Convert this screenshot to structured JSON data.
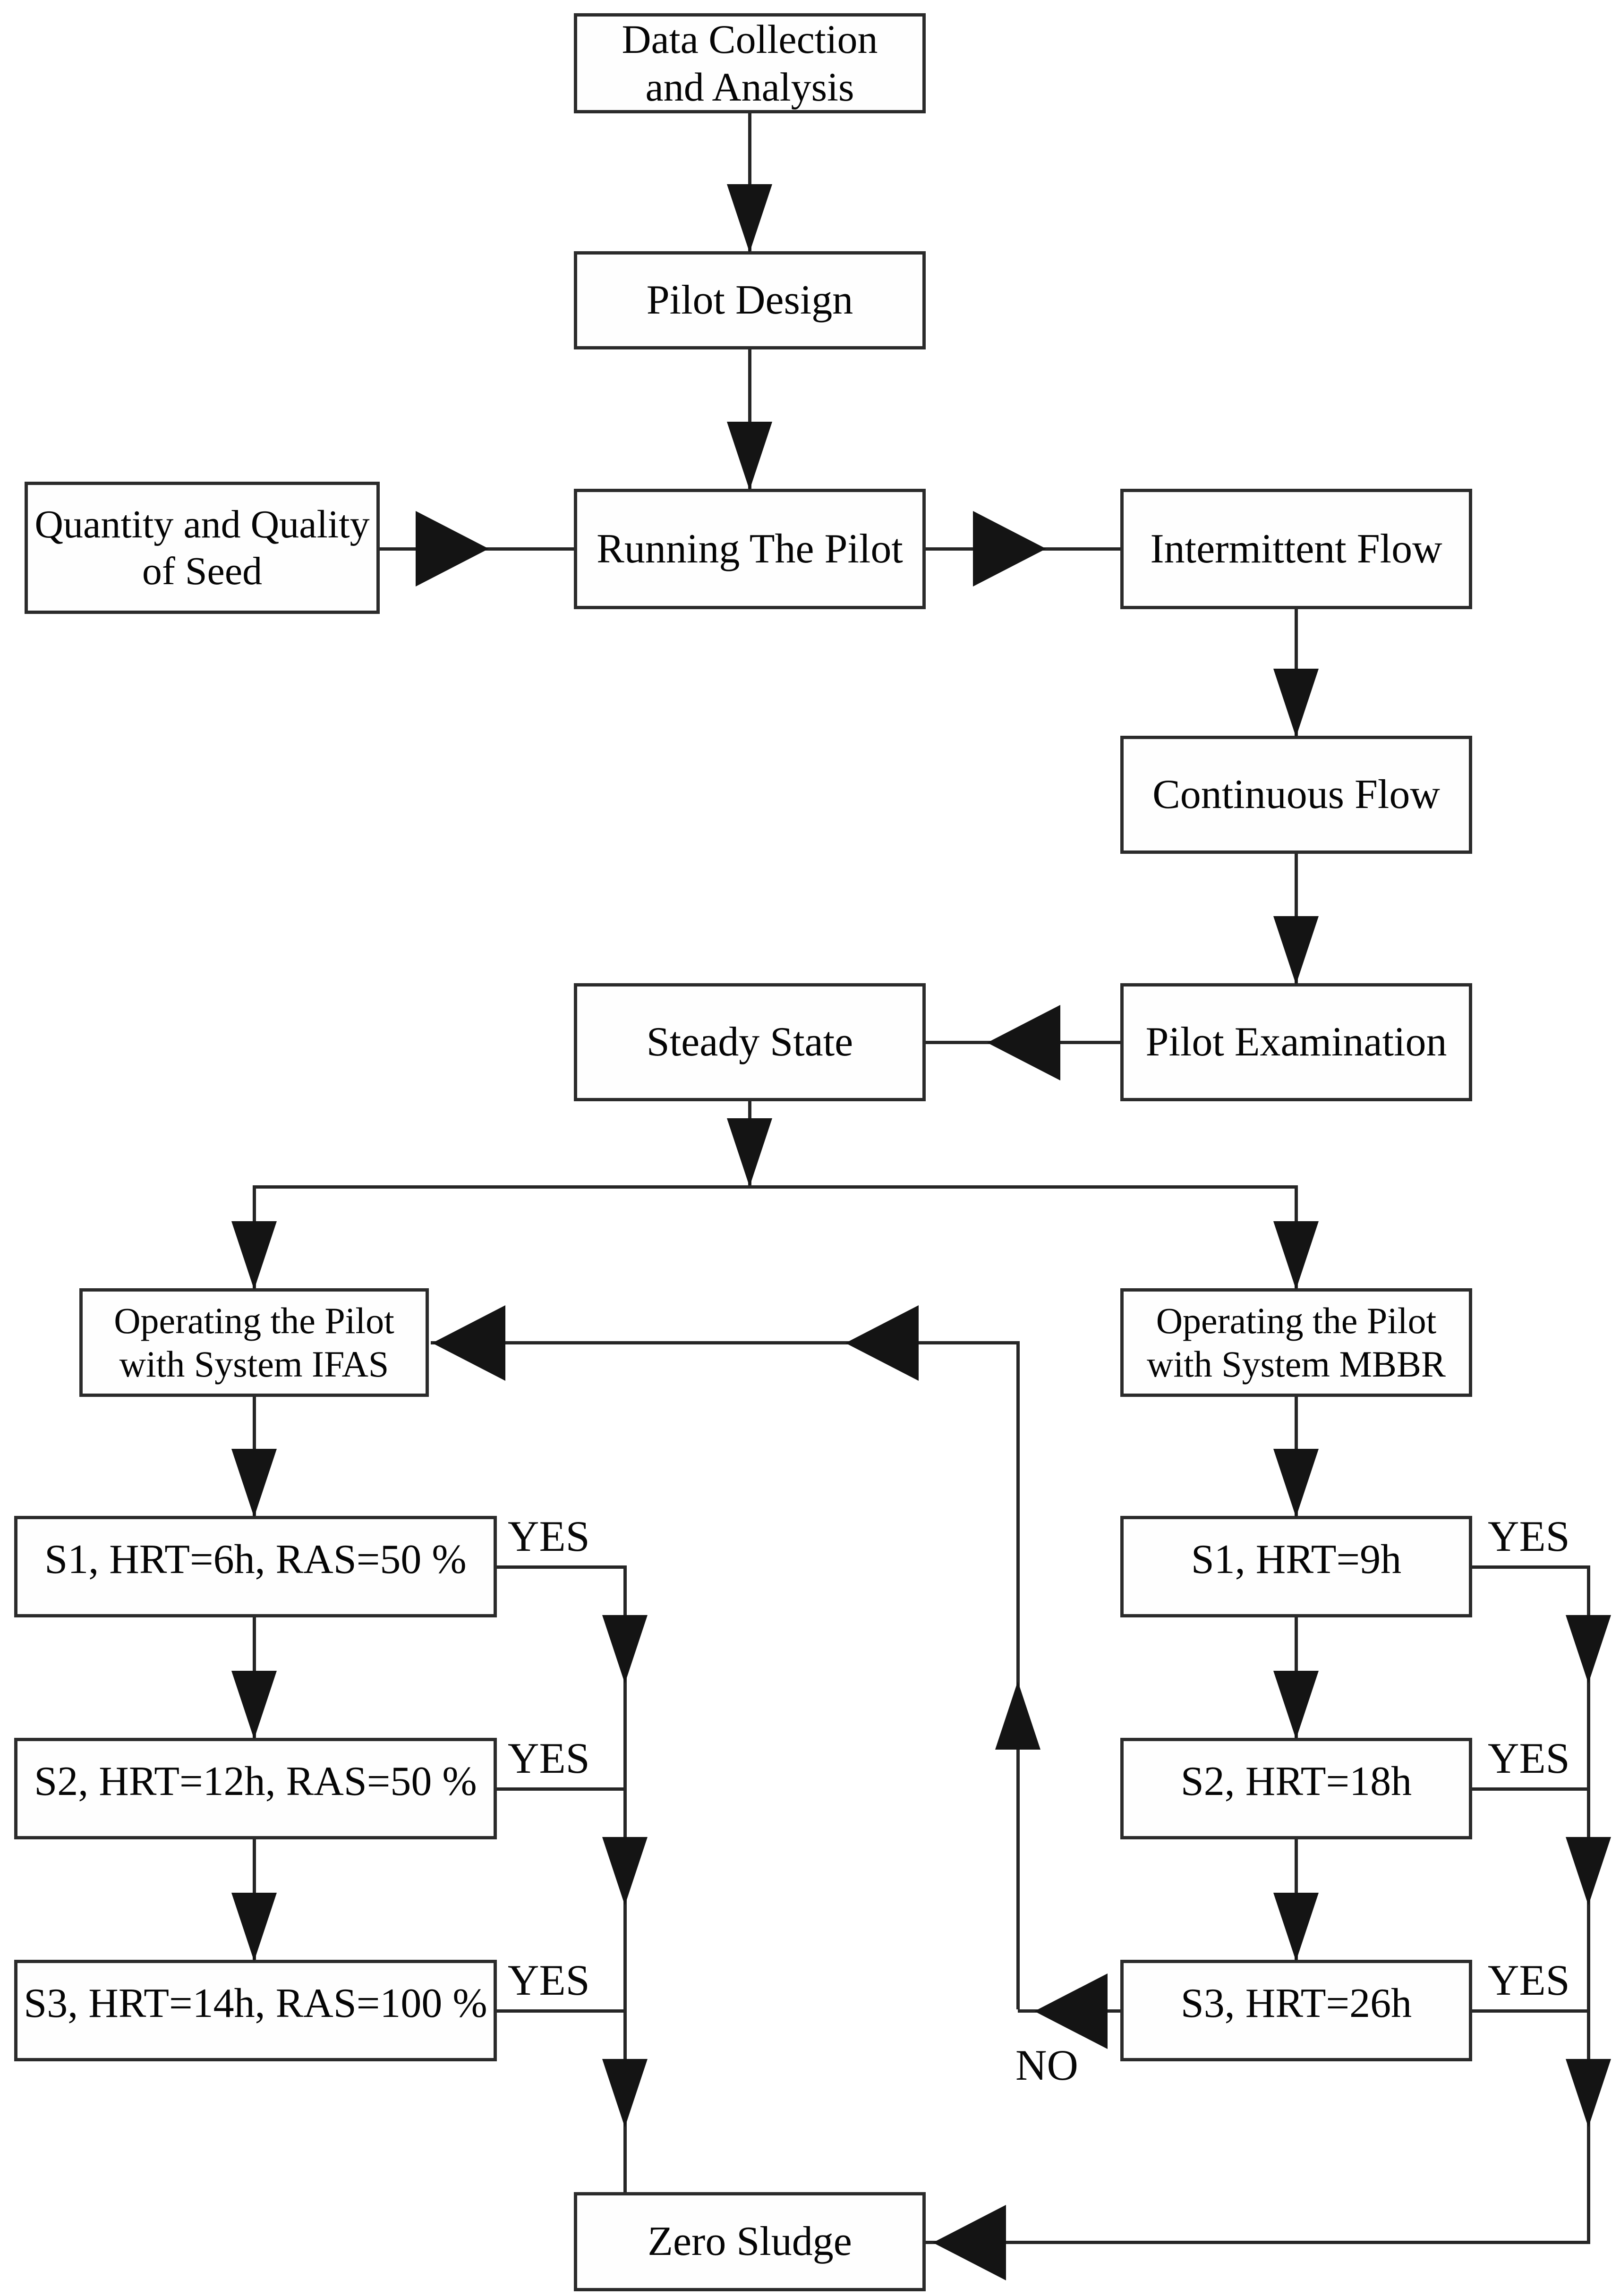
{
  "diagram": {
    "type": "flowchart",
    "title": "Pilot operation flowchart (IFAS / MBBR systems)",
    "colors": {
      "background": "#ffffff",
      "ink": "#141414",
      "box_border": "#2b2b2b",
      "box_fill": "#fefefe"
    },
    "nodes": {
      "data_collection": {
        "label": "Data Collection\nand Analysis"
      },
      "pilot_design": {
        "label": "Pilot Design"
      },
      "quantity_seed": {
        "label": "Quantity and Quality\nof Seed"
      },
      "running_pilot": {
        "label": "Running The Pilot"
      },
      "intermittent_flow": {
        "label": "Intermittent Flow"
      },
      "continuous_flow": {
        "label": "Continuous Flow"
      },
      "pilot_examination": {
        "label": "Pilot Examination"
      },
      "steady_state": {
        "label": "Steady State"
      },
      "ifas_ops": {
        "label": "Operating the Pilot\nwith System IFAS"
      },
      "mbbr_ops": {
        "label": "Operating the Pilot\nwith System MBBR"
      },
      "s1_left": {
        "label": "S1, HRT=6h, RAS=50 %"
      },
      "s2_left": {
        "label": "S2, HRT=12h, RAS=50 %"
      },
      "s3_left": {
        "label": "S3, HRT=14h, RAS=100 %"
      },
      "s1_right": {
        "label": "S1, HRT=9h"
      },
      "s2_right": {
        "label": "S2, HRT=18h"
      },
      "s3_right": {
        "label": "S3, HRT=26h"
      },
      "zero_sludge": {
        "label": "Zero Sludge"
      }
    },
    "labels": {
      "yes": "YES",
      "no": "NO"
    },
    "edges": [
      {
        "from": "data_collection",
        "to": "pilot_design"
      },
      {
        "from": "pilot_design",
        "to": "running_pilot"
      },
      {
        "from": "quantity_seed",
        "to": "running_pilot"
      },
      {
        "from": "running_pilot",
        "to": "intermittent_flow"
      },
      {
        "from": "intermittent_flow",
        "to": "continuous_flow"
      },
      {
        "from": "continuous_flow",
        "to": "pilot_examination"
      },
      {
        "from": "pilot_examination",
        "to": "steady_state"
      },
      {
        "from": "steady_state",
        "to": "ifas_ops"
      },
      {
        "from": "steady_state",
        "to": "mbbr_ops"
      },
      {
        "from": "ifas_ops",
        "to": "s1_left"
      },
      {
        "from": "s1_left",
        "to": "s2_left"
      },
      {
        "from": "s2_left",
        "to": "s3_left"
      },
      {
        "from": "s1_left",
        "to": "zero_sludge",
        "label": "YES"
      },
      {
        "from": "s2_left",
        "to": "zero_sludge",
        "label": "YES"
      },
      {
        "from": "s3_left",
        "to": "zero_sludge",
        "label": "YES"
      },
      {
        "from": "mbbr_ops",
        "to": "s1_right"
      },
      {
        "from": "s1_right",
        "to": "s2_right"
      },
      {
        "from": "s2_right",
        "to": "s3_right"
      },
      {
        "from": "s1_right",
        "to": "zero_sludge",
        "label": "YES"
      },
      {
        "from": "s2_right",
        "to": "zero_sludge",
        "label": "YES"
      },
      {
        "from": "s3_right",
        "to": "zero_sludge",
        "label": "YES"
      },
      {
        "from": "s3_right",
        "to": "ifas_ops",
        "label": "NO"
      }
    ]
  }
}
